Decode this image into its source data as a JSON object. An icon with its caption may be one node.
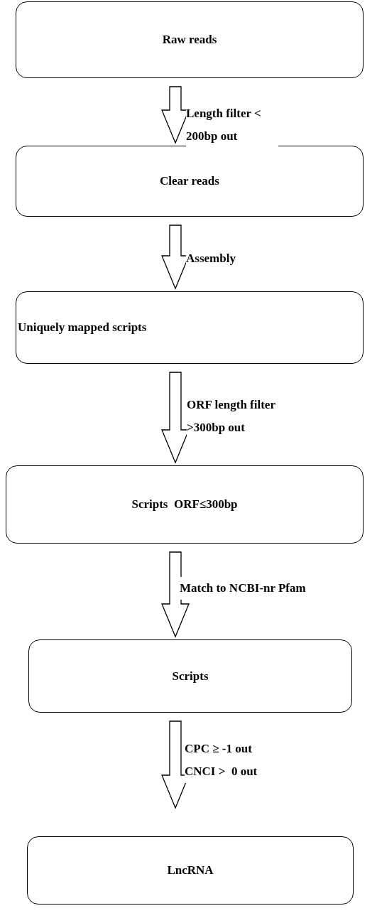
{
  "diagram": {
    "nodes": [
      {
        "text": [
          "Raw reads"
        ]
      },
      {
        "text": [
          "Clear reads"
        ]
      },
      {
        "text": [
          "Uniquely mapped scripts"
        ]
      },
      {
        "text": [
          "Scripts  ORF≤300bp"
        ]
      },
      {
        "text": [
          "Scripts"
        ]
      },
      {
        "text": [
          "LncRNA"
        ]
      }
    ],
    "edges": [
      {
        "from": 0,
        "to": 1,
        "arrow": "to",
        "label": "Length filter < 200bp out"
      },
      {
        "from": 1,
        "to": 2,
        "arrow": "to",
        "label": "Assembly"
      },
      {
        "from": 2,
        "to": 3,
        "arrow": "to",
        "label": "ORF length filter >300bp out"
      },
      {
        "from": 3,
        "to": 4,
        "arrow": "to",
        "label": "Match to NCBI-nr Pfam"
      },
      {
        "from": 4,
        "to": 5,
        "arrow": "to",
        "label": "CPC ≥ -1 out CNCI >  0 out"
      }
    ]
  }
}
